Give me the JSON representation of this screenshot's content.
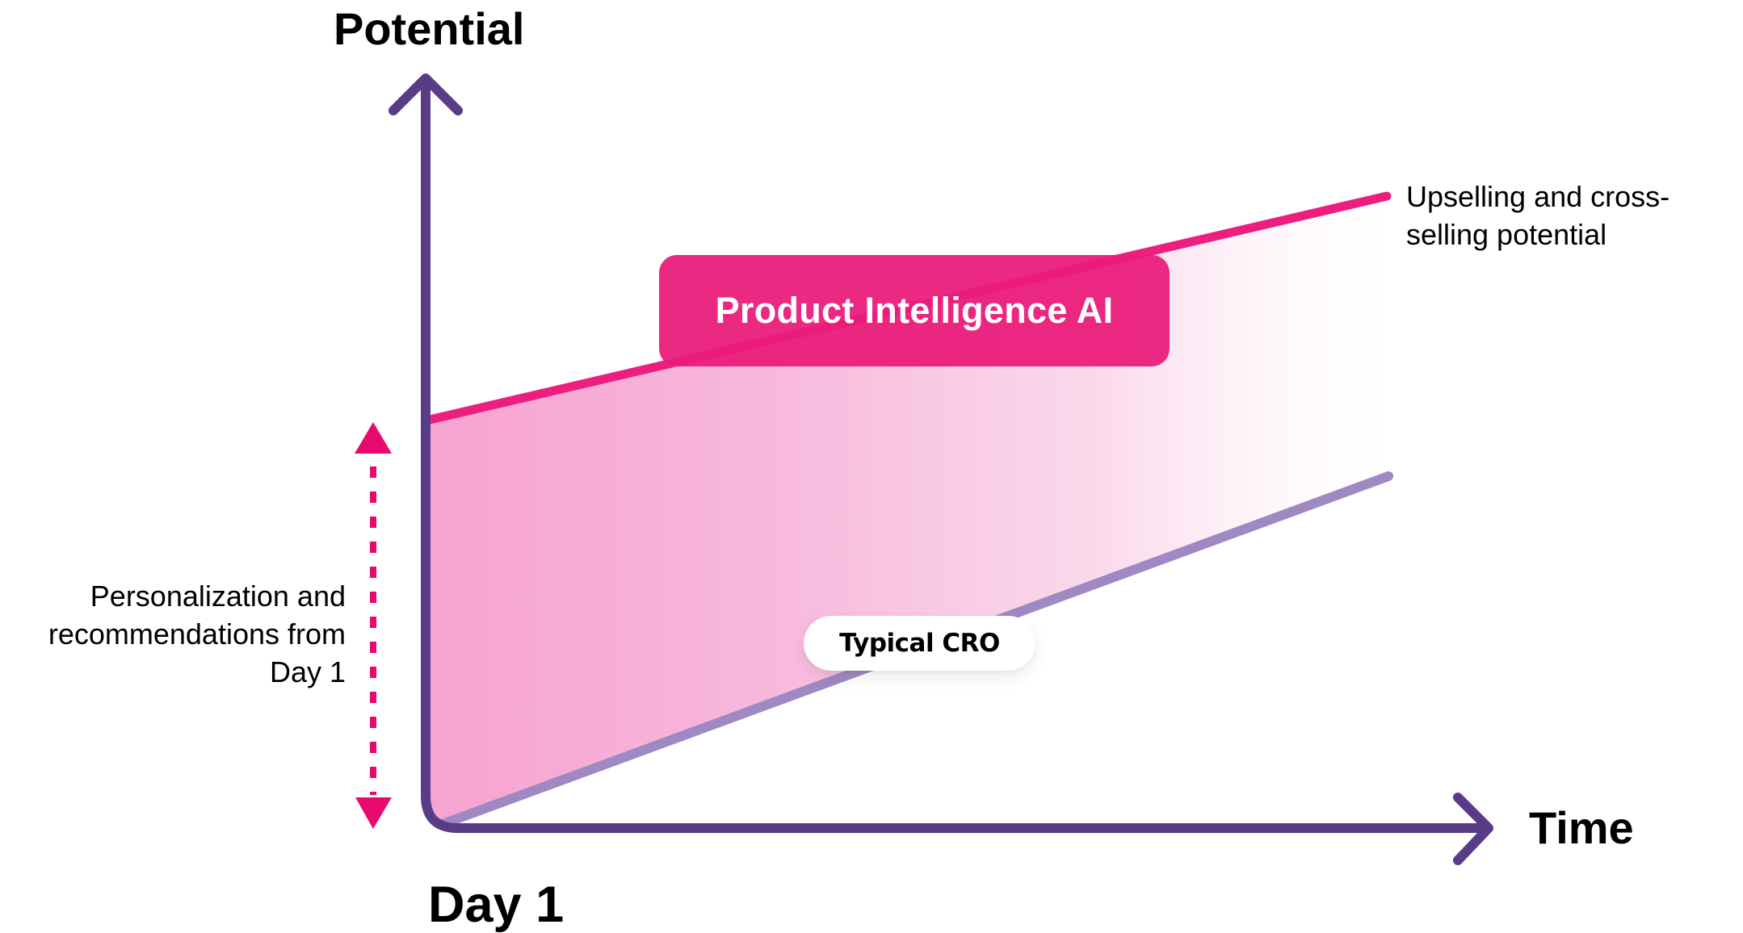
{
  "chart_data": {
    "type": "diagram",
    "title": "",
    "axes": {
      "y_label": "Potential",
      "x_label": "Time",
      "origin_label": "Day 1"
    },
    "series": [
      {
        "name": "Product Intelligence AI",
        "line_end_label": "Upselling and cross-selling potential",
        "start": {
          "x": 0,
          "y_relative": 0.55
        },
        "end": {
          "x": 1,
          "y_relative": 0.85
        },
        "color": "#e91e7a"
      },
      {
        "name": "Typical CRO",
        "start": {
          "x": 0,
          "y_relative": 0.0
        },
        "end": {
          "x": 1,
          "y_relative": 0.47
        },
        "color": "#9c86c2"
      }
    ],
    "annotations": [
      {
        "text": "Personalization and recommendations from Day 1",
        "type": "double-arrow-dashed",
        "spans": "0 to Product Intelligence AI start"
      },
      {
        "text": "Upselling and cross-selling potential",
        "position": "end of upper line"
      }
    ],
    "fill": {
      "between": [
        "Product Intelligence AI",
        "Typical CRO"
      ],
      "color": "#f6a6d2",
      "gradient": "fades left-to-right"
    }
  },
  "labels": {
    "y_axis": "Potential",
    "x_axis": "Time",
    "origin": "Day 1",
    "upper_line_note": [
      "Upselling and cross-",
      "selling potential"
    ],
    "left_note": [
      "Personalization and",
      "recommendations from",
      "Day 1"
    ],
    "pi_box": "Product Intelligence AI",
    "cro_pill": "Typical CRO"
  },
  "colors": {
    "axis": "#583c88",
    "ai_line": "#ec1f80",
    "cro_line": "#9f89c2",
    "arrow_accent": "#e8096f",
    "fill": "#f6a6d2"
  },
  "icons": {
    "y_axis_arrow": "arrow-up-icon",
    "x_axis_arrow": "arrow-right-icon",
    "range_arrow_top": "triangle-up-icon",
    "range_arrow_bottom": "triangle-down-icon"
  }
}
